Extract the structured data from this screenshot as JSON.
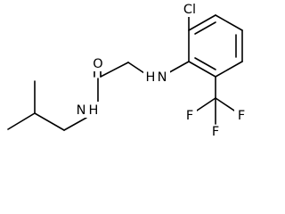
{
  "molecule": {
    "atoms": [
      {
        "id": "cl",
        "label": "Cl"
      },
      {
        "id": "o",
        "label": "O"
      },
      {
        "id": "nh_amide",
        "label": "N"
      },
      {
        "id": "h_amide",
        "label": "H"
      },
      {
        "id": "n_amine",
        "label": "N"
      },
      {
        "id": "h_amine",
        "label": "H"
      },
      {
        "id": "f1",
        "label": "F"
      },
      {
        "id": "f2",
        "label": "F"
      },
      {
        "id": "f3",
        "label": "F"
      }
    ]
  }
}
